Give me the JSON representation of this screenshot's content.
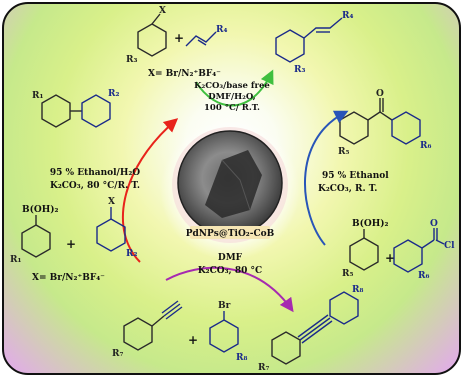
{
  "colors": {
    "arrow_red": "#e8231b",
    "arrow_green": "#3fbf3f",
    "arrow_blue": "#2855b8",
    "arrow_purple": "#a62ab0",
    "text_dark": "#111111",
    "molecule_blue": "#1a2a8a"
  },
  "center": {
    "catalyst_label": "PdNPs@TiO₂-CoB"
  },
  "heck": {
    "reactant_x": "X",
    "reactant_r3": "R₃",
    "plus": "+",
    "alkene_r4": "R₄",
    "x_def": "X= Br/N₂⁺BF₄⁻",
    "cond1": "K₂CO₃/base free",
    "cond2": "DMF/H₂O,",
    "cond3": "100 °C/ R.T.",
    "product_r4": "R₄",
    "product_r3": "R₃"
  },
  "suzuki": {
    "product_r1": "R₁",
    "product_r2": "R₂",
    "cond1": "95 % Ethanol/H₂O",
    "cond2": "K₂CO₃, 80 °C/R. T.",
    "boronic": "B(OH)₂",
    "reactant_r1": "R₁",
    "plus": "+",
    "reactant_x": "X",
    "reactant_r2": "R₂",
    "x_def": "X= Br/N₂⁺BF₄⁻"
  },
  "acyl": {
    "product_o": "O",
    "product_r5": "R₅",
    "product_r6": "R₆",
    "cond1": "95 % Ethanol",
    "cond2": "K₂CO₃,  R. T.",
    "boronic": "B(OH)₂",
    "reactant_r5": "R₅",
    "plus": "+",
    "acyl_o": "O",
    "acyl_cl": "Cl",
    "reactant_r6": "R₆"
  },
  "sonogashira": {
    "cond1": "DMF",
    "cond2": "K₂CO₃, 80 °C",
    "reactant_r7": "R₇",
    "plus": "+",
    "bromo": "Br",
    "reactant_r8": "R₈",
    "product_r8": "R₈",
    "product_r7": "R₇"
  }
}
